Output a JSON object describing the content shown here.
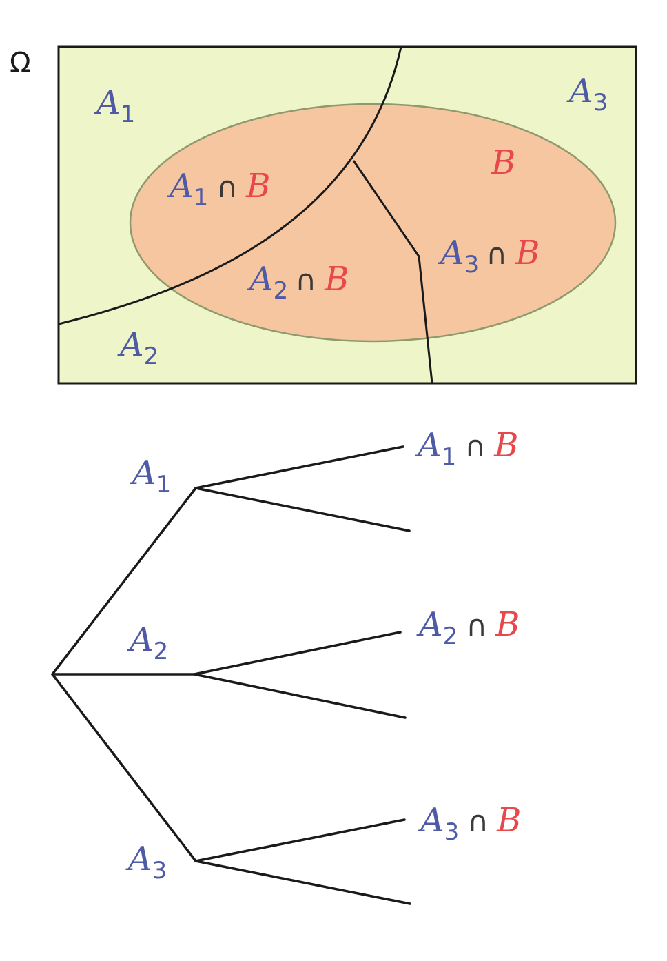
{
  "colors": {
    "set_a": "#4f5aa6",
    "set_b": "#e8474c",
    "operator": "#3a3a3a",
    "universe_fill": "#eef5c9",
    "b_fill": "#f5c6a0",
    "b_stroke": "#8e9a6c",
    "line": "#1a1a1a"
  },
  "venn": {
    "universe_label": "Ω",
    "region_a1": {
      "base": "A",
      "sub": "1"
    },
    "region_a2": {
      "base": "A",
      "sub": "2"
    },
    "region_a3": {
      "base": "A",
      "sub": "3"
    },
    "set_b": {
      "base": "B"
    },
    "intersections": [
      {
        "base": "A",
        "sub": "1",
        "op": "∩",
        "set": "B"
      },
      {
        "base": "A",
        "sub": "2",
        "op": "∩",
        "set": "B"
      },
      {
        "base": "A",
        "sub": "3",
        "op": "∩",
        "set": "B"
      }
    ]
  },
  "tree": {
    "branches": [
      {
        "node": {
          "base": "A",
          "sub": "1"
        },
        "leaf": {
          "base": "A",
          "sub": "1",
          "op": "∩",
          "set": "B"
        }
      },
      {
        "node": {
          "base": "A",
          "sub": "2"
        },
        "leaf": {
          "base": "A",
          "sub": "2",
          "op": "∩",
          "set": "B"
        }
      },
      {
        "node": {
          "base": "A",
          "sub": "3"
        },
        "leaf": {
          "base": "A",
          "sub": "3",
          "op": "∩",
          "set": "B"
        }
      }
    ]
  }
}
